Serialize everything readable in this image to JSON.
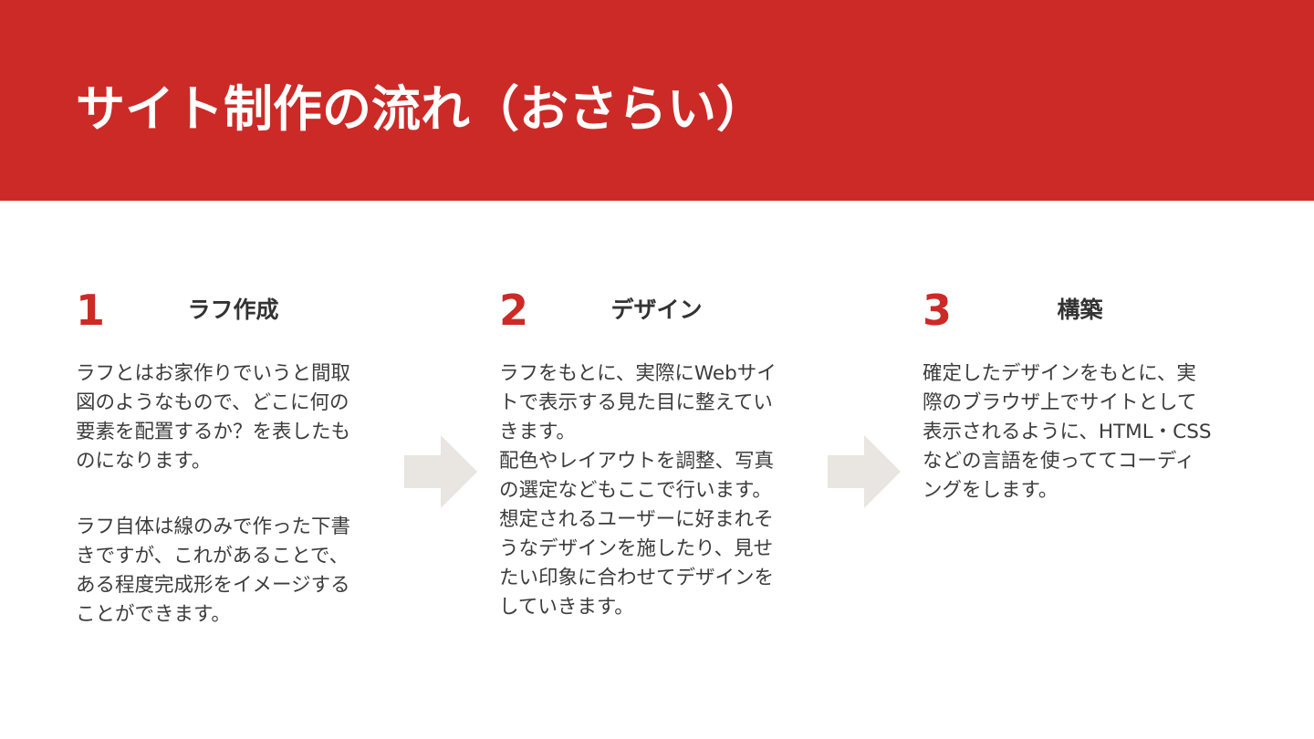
{
  "title": "サイト制作の流れ（おさらい）",
  "colors": {
    "accent": "#CC2A27",
    "arrow": "#E9E5E0"
  },
  "steps": [
    {
      "number": "1",
      "heading": "ラフ作成",
      "paragraphs": [
        [
          "ラフとはお家作りでいうと間取",
          "図のようなもので、どこに何の",
          "要素を配置するか？を表したも",
          "のになります。"
        ],
        [
          "ラフ自体は線のみで作った下書",
          "きですが、これがあることで、",
          "ある程度完成形をイメージする",
          "ことができます。"
        ]
      ]
    },
    {
      "number": "2",
      "heading": "デザイン",
      "paragraphs": [
        [
          "ラフをもとに、実際にWebサイ",
          "トで表示する見た目に整えてい",
          "きます。",
          "配色やレイアウトを調整、写真",
          "の選定などもここで行います。",
          "想定されるユーザーに好まれそ",
          "うなデザインを施したり、見せ",
          "たい印象に合わせてデザインを",
          "していきます。"
        ]
      ]
    },
    {
      "number": "3",
      "heading": "構築",
      "paragraphs": [
        [
          "確定したデザインをもとに、実",
          "際のブラウザ上でサイトとして",
          "表示されるように、HTML・CSS",
          "などの言語を使っててコーディ",
          "ングをします。"
        ]
      ]
    }
  ]
}
